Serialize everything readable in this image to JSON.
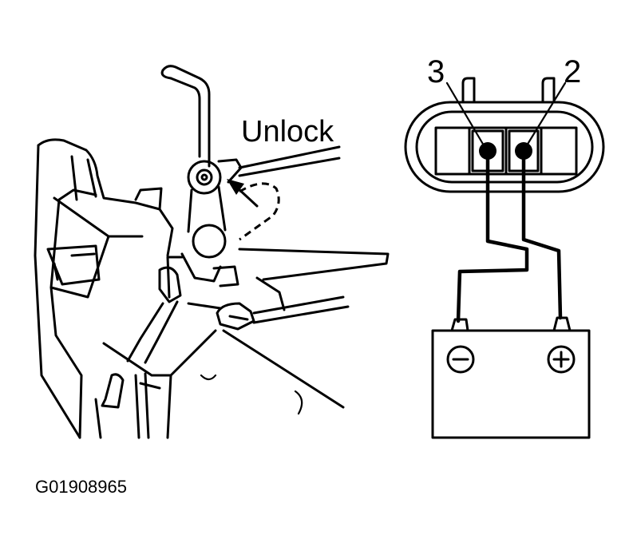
{
  "labels": {
    "unlock": "Unlock",
    "pin_left": "3",
    "pin_right": "2",
    "figure_code": "G01908965"
  },
  "battery": {
    "negative_symbol": "−",
    "positive_symbol": "+"
  },
  "icons": {
    "unlock_arrow": "arrow-icon",
    "negative": "minus-circle-icon",
    "positive": "plus-circle-icon"
  }
}
